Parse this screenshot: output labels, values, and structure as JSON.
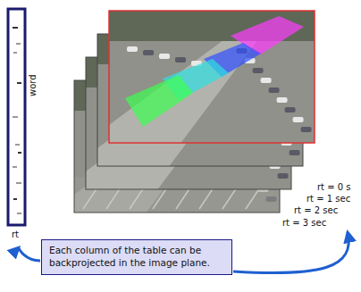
{
  "diagram": {
    "nodes": [
      {
        "text": [
          "Each column of the table can be backprojected in the image plane."
        ]
      }
    ],
    "labels": [
      "word",
      "rt",
      "rt = 0 s",
      "rt = 1 sec",
      "rt = 2 sec",
      "rt = 3 sec"
    ]
  }
}
